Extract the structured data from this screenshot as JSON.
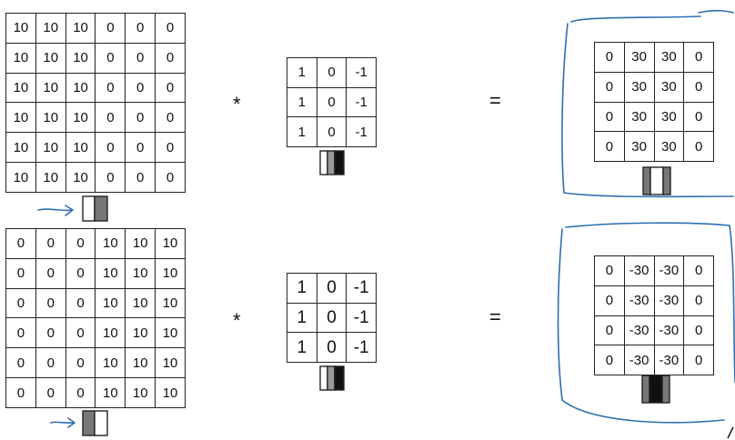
{
  "top": {
    "input": [
      [
        "10",
        "10",
        "10",
        "0",
        "0",
        "0"
      ],
      [
        "10",
        "10",
        "10",
        "0",
        "0",
        "0"
      ],
      [
        "10",
        "10",
        "10",
        "0",
        "0",
        "0"
      ],
      [
        "10",
        "10",
        "10",
        "0",
        "0",
        "0"
      ],
      [
        "10",
        "10",
        "10",
        "0",
        "0",
        "0"
      ],
      [
        "10",
        "10",
        "10",
        "0",
        "0",
        "0"
      ]
    ],
    "operator": "*",
    "kernel": [
      [
        "1",
        "0",
        "-1"
      ],
      [
        "1",
        "0",
        "-1"
      ],
      [
        "1",
        "0",
        "-1"
      ]
    ],
    "equals": "=",
    "output": [
      [
        "0",
        "30",
        "30",
        "0"
      ],
      [
        "0",
        "30",
        "30",
        "0"
      ],
      [
        "0",
        "30",
        "30",
        "0"
      ],
      [
        "0",
        "30",
        "30",
        "0"
      ]
    ]
  },
  "bottom": {
    "input": [
      [
        "0",
        "0",
        "0",
        "10",
        "10",
        "10"
      ],
      [
        "0",
        "0",
        "0",
        "10",
        "10",
        "10"
      ],
      [
        "0",
        "0",
        "0",
        "10",
        "10",
        "10"
      ],
      [
        "0",
        "0",
        "0",
        "10",
        "10",
        "10"
      ],
      [
        "0",
        "0",
        "0",
        "10",
        "10",
        "10"
      ],
      [
        "0",
        "0",
        "0",
        "10",
        "10",
        "10"
      ]
    ],
    "operator": "*",
    "kernel": [
      [
        "1",
        "0",
        "-1"
      ],
      [
        "1",
        "0",
        "-1"
      ],
      [
        "1",
        "0",
        "-1"
      ]
    ],
    "equals": "=",
    "output": [
      [
        "0",
        "-30",
        "-30",
        "0"
      ],
      [
        "0",
        "-30",
        "-30",
        "0"
      ],
      [
        "0",
        "-30",
        "-30",
        "0"
      ],
      [
        "0",
        "-30",
        "-30",
        "0"
      ]
    ]
  },
  "colors": {
    "ink": "#222222",
    "gray": "#777777",
    "black": "#111111",
    "pen": "#2e6fb0"
  }
}
